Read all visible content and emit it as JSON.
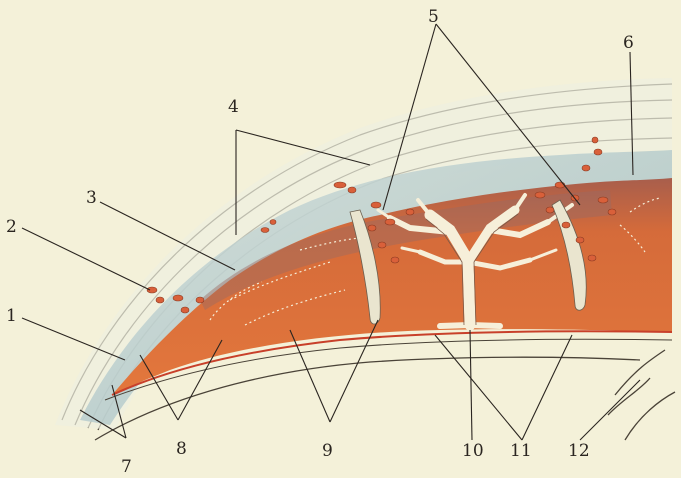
{
  "labels": {
    "l1": "1",
    "l2": "2",
    "l3": "3",
    "l4": "4",
    "l5": "5",
    "l6": "6",
    "l7": "7",
    "l8": "8",
    "l9": "9",
    "l10": "10",
    "l11": "11",
    "l12": "12"
  },
  "colors": {
    "background": "#f4f1d9",
    "tissue_orange": "#e0733c",
    "tissue_dark": "#b45a3a",
    "membrane_blue": "#8fb3bc",
    "vessel_cream": "#f6efd9",
    "line": "#2a2520"
  }
}
